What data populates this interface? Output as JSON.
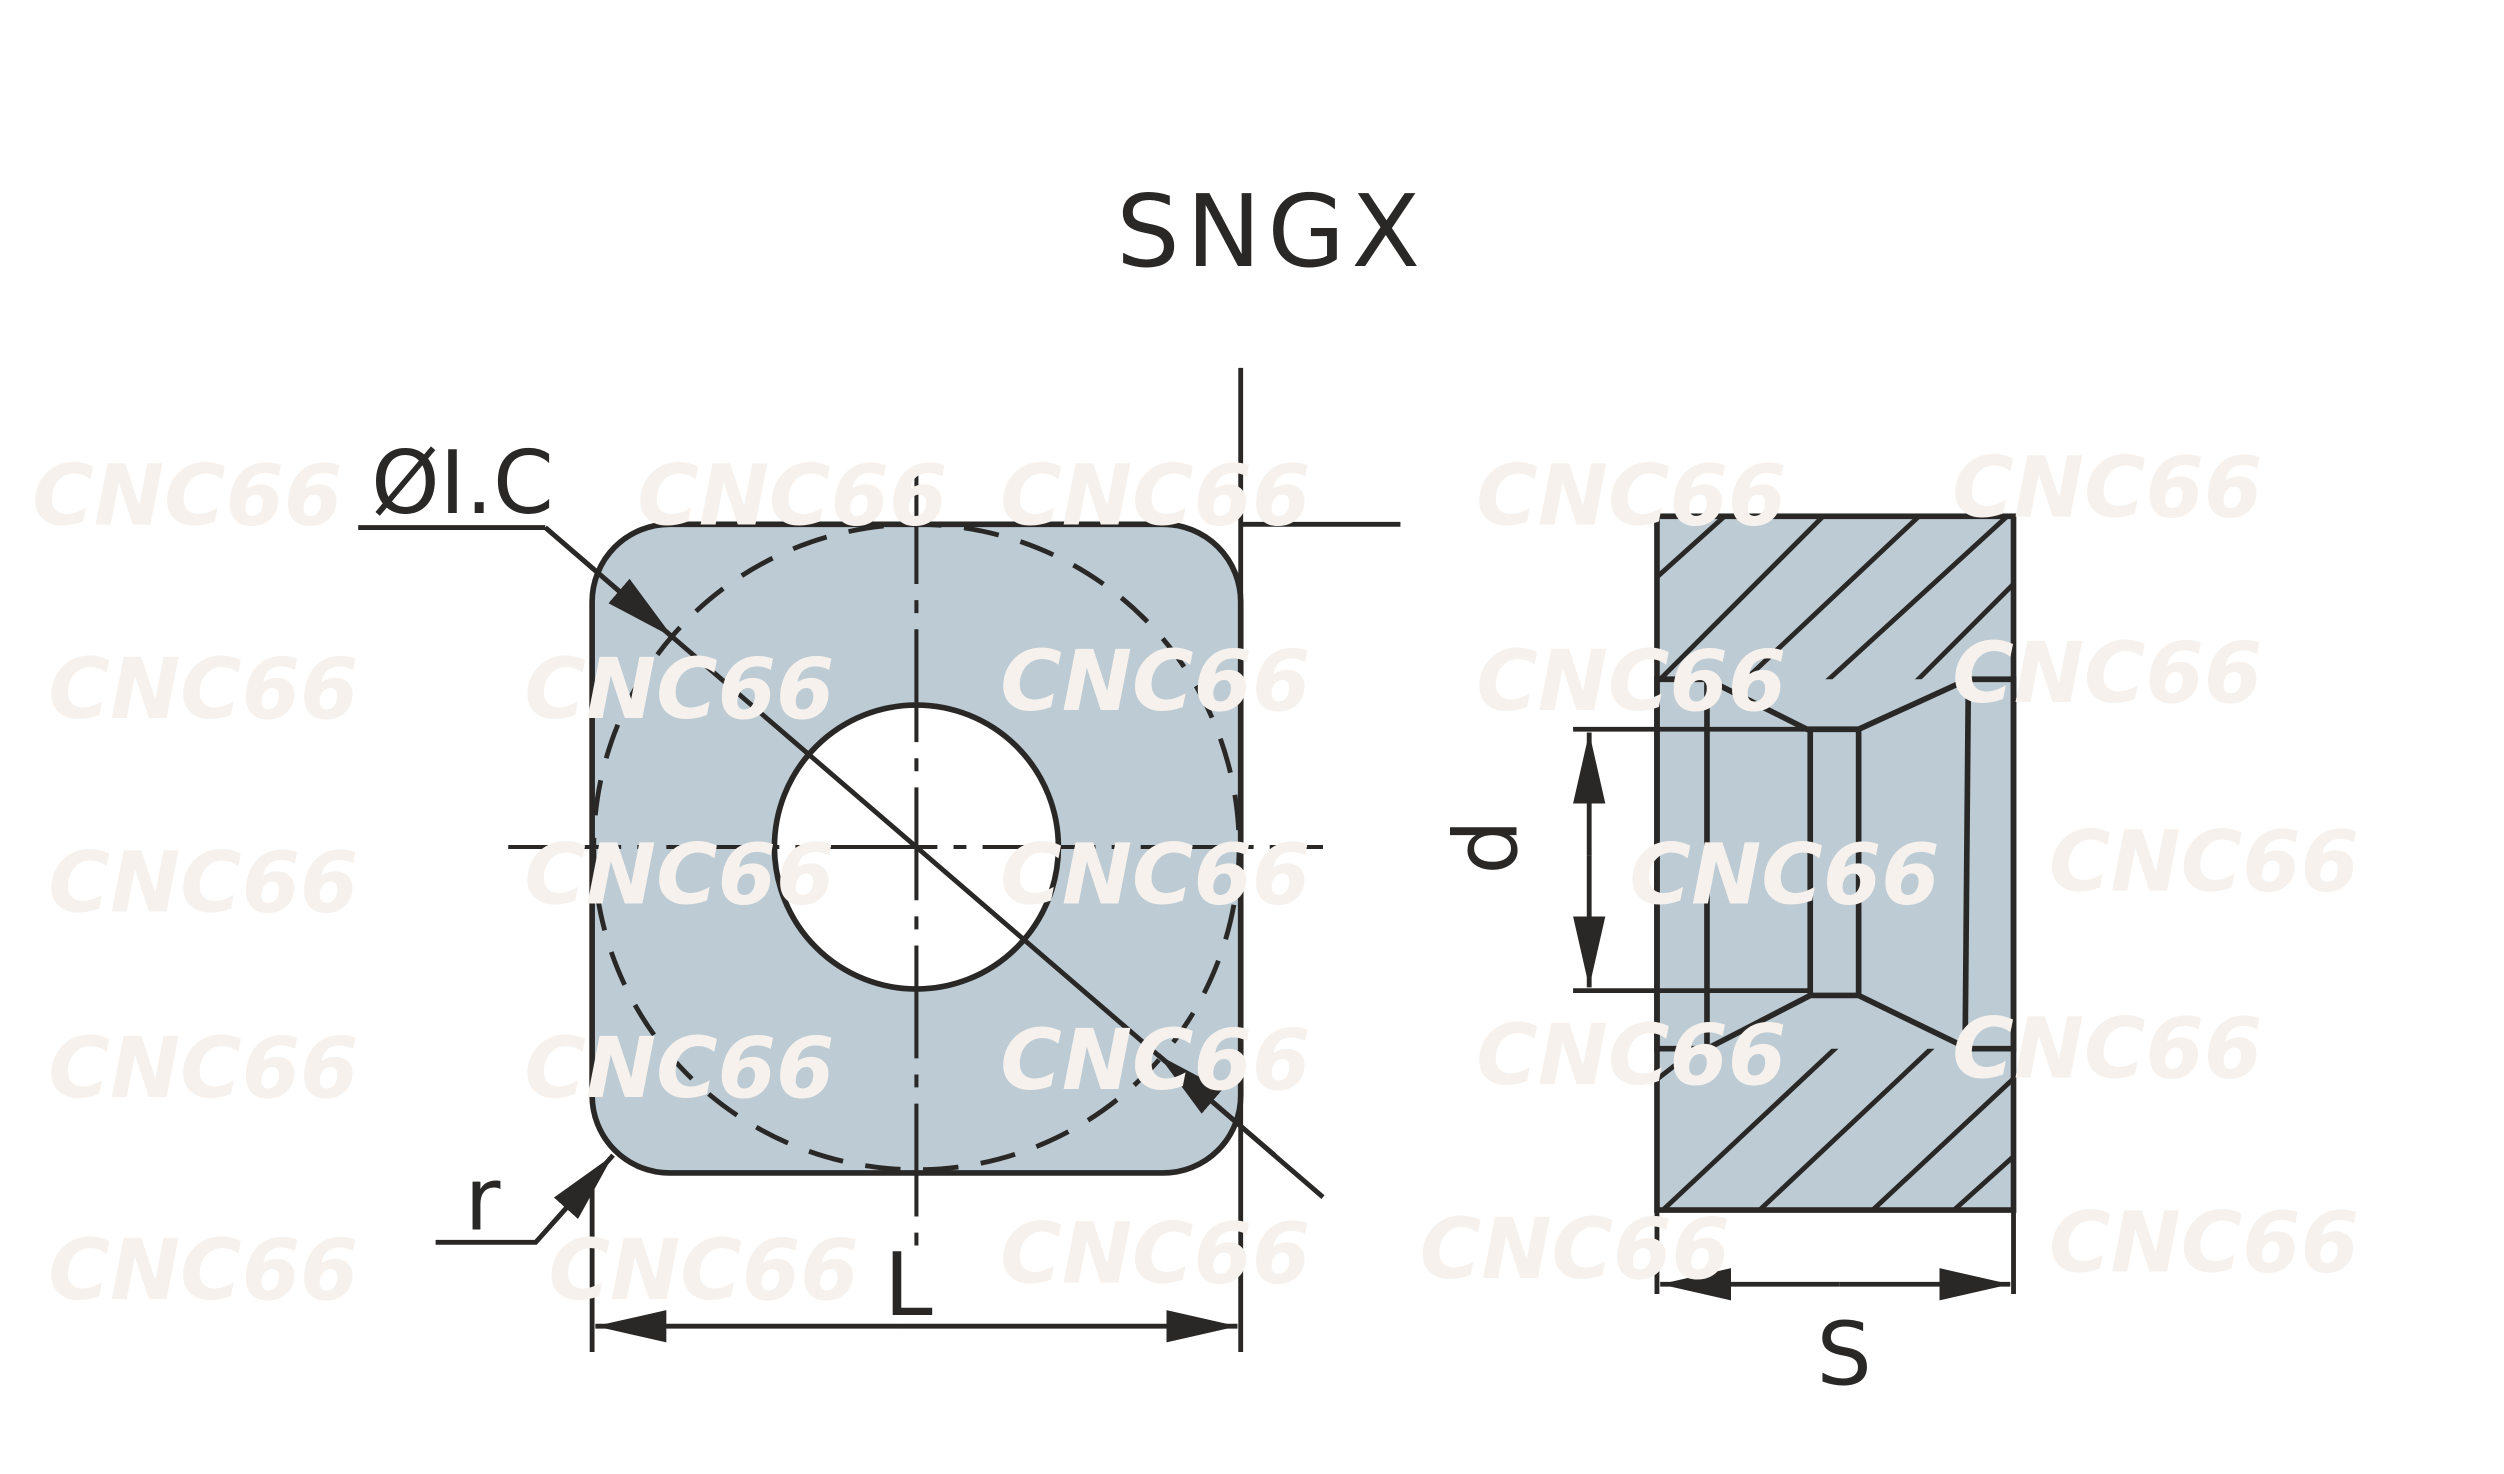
{
  "title": "SNGX",
  "labels": {
    "inscribed_circle": "ØI.C",
    "corner_radius": "r",
    "length": "L",
    "hole_diameter": "d",
    "thickness": "S"
  },
  "watermark": "CNC66",
  "colors": {
    "insert_fill": "#bccbd4",
    "line": "#2a2826"
  }
}
